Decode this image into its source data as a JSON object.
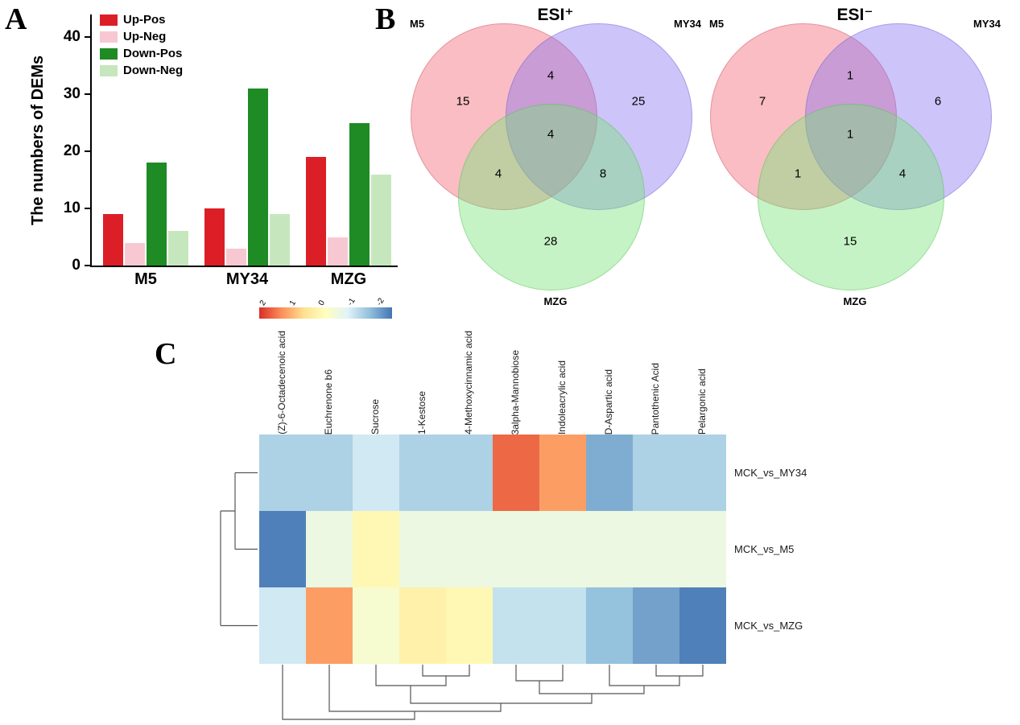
{
  "figure": {
    "panel_a_label": "A",
    "panel_b_label": "B",
    "panel_c_label": "C"
  },
  "chart_data": [
    {
      "type": "bar",
      "panel": "A",
      "title": "",
      "ylabel": "The numbers of DEMs",
      "xlabel": "",
      "categories": [
        "M5",
        "MY34",
        "MZG"
      ],
      "series": [
        {
          "name": "Up-Pos",
          "color": "#dc1f26",
          "values": [
            9,
            10,
            19
          ]
        },
        {
          "name": "Up-Neg",
          "color": "#f8c8d2",
          "values": [
            4,
            3,
            5
          ]
        },
        {
          "name": "Down-Pos",
          "color": "#1e8b25",
          "values": [
            18,
            31,
            25
          ]
        },
        {
          "name": "Down-Neg",
          "color": "#c6e7bd",
          "values": [
            6,
            9,
            16
          ]
        }
      ],
      "ylim": [
        0,
        44
      ],
      "yticks": [
        0,
        10,
        20,
        30,
        40
      ],
      "legend_position": "top-left",
      "grid": false
    },
    {
      "type": "venn",
      "panel": "B",
      "title": "ESI⁺",
      "sets": [
        "M5",
        "MY34",
        "MZG"
      ],
      "set_colors": [
        "#f37682",
        "#826cf0",
        "#74e274"
      ],
      "regions": {
        "m5_only": 15,
        "my34_only": 25,
        "mzg_only": 28,
        "m5_my34": 4,
        "m5_mzg": 4,
        "my34_mzg": 8,
        "all": 4
      }
    },
    {
      "type": "venn",
      "panel": "B",
      "title": "ESI⁻",
      "sets": [
        "M5",
        "MY34",
        "MZG"
      ],
      "set_colors": [
        "#f37682",
        "#826cf0",
        "#74e274"
      ],
      "regions": {
        "m5_only": 7,
        "my34_only": 6,
        "mzg_only": 15,
        "m5_my34": 1,
        "m5_mzg": 1,
        "my34_mzg": 4,
        "all": 1
      }
    },
    {
      "type": "heatmap",
      "panel": "C",
      "columns": [
        "(Z)-6-Octadecenoic acid",
        "Euchrenone b6",
        "Sucrose",
        "1-Kestose",
        "4-Methoxycinnamic acid",
        "3alpha-Mannobiose",
        "Indoleacrylic acid",
        "D-Aspartic acid",
        "Pantothenic Acid",
        "Pelargonic acid"
      ],
      "rows": [
        "MCK_vs_MY34",
        "MCK_vs_M5",
        "MCK_vs_MZG"
      ],
      "values": [
        [
          -1.1,
          -1.1,
          -0.8,
          -1.1,
          -1.1,
          1.6,
          1.2,
          -1.5,
          -1.1,
          -1.1
        ],
        [
          -1.9,
          -0.4,
          0.15,
          -0.4,
          -0.4,
          -0.4,
          -0.4,
          -0.4,
          -0.4,
          -0.4
        ],
        [
          -0.8,
          1.2,
          -0.2,
          0.3,
          0.15,
          -0.9,
          -0.9,
          -1.3,
          -1.6,
          -1.9
        ]
      ],
      "colorbar_ticks": [
        "2",
        "1",
        "0",
        "-1",
        "-2"
      ],
      "colorscale": {
        "min": -2,
        "max": 2,
        "stops": [
          "#4575b4",
          "#91bfdb",
          "#e0f3f8",
          "#ffffbf",
          "#fee090",
          "#fc8d59",
          "#d73027"
        ]
      }
    }
  ]
}
